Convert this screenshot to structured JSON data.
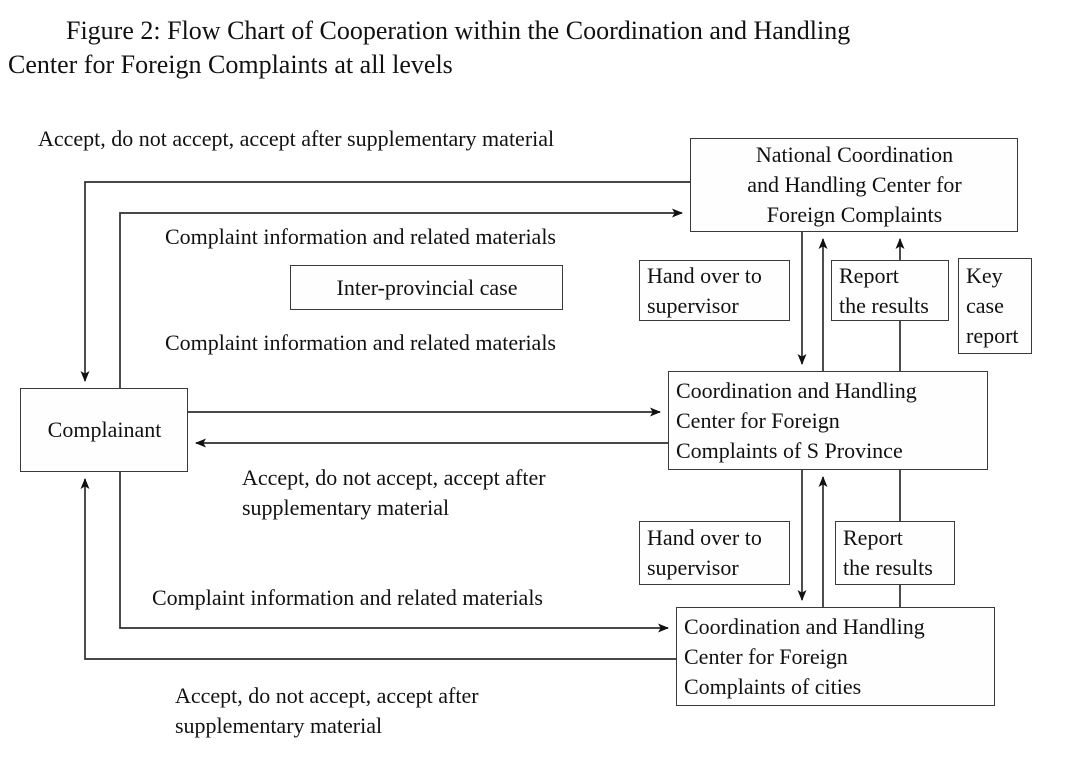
{
  "figure": {
    "title_line_1": "Figure 2: Flow Chart of Cooperation within the Coordination and Handling",
    "title_line_2": "Center for Foreign Complaints at all levels"
  },
  "nodes": {
    "complainant": {
      "label": "Complainant"
    },
    "national_center": {
      "line_1": "National Coordination",
      "line_2": "and Handling Center for",
      "line_3": "Foreign Complaints"
    },
    "province_center": {
      "line_1": "Coordination and Handling",
      "line_2": "Center for Foreign",
      "line_3": "Complaints of S Province"
    },
    "city_center": {
      "line_1": "Coordination and Handling",
      "line_2": "Center for Foreign",
      "line_3": "Complaints of cities"
    },
    "inter_provincial_case": {
      "label": "Inter-provincial case"
    },
    "hand_over_top": {
      "line_1": "Hand over to",
      "line_2": "supervisor"
    },
    "report_results_top": {
      "line_1": "Report",
      "line_2": "the results"
    },
    "key_case_report": {
      "line_1": "Key",
      "line_2": "case",
      "line_3": "report"
    },
    "hand_over_bottom": {
      "line_1": "Hand over to",
      "line_2": "supervisor"
    },
    "report_results_bottom": {
      "line_1": "Report",
      "line_2": "the results"
    }
  },
  "edge_labels": {
    "accept_national": "Accept, do not accept, accept after supplementary material",
    "complaint_info_national": "Complaint information and related materials",
    "complaint_info_province": "Complaint information and related materials",
    "accept_province_line_1": "Accept, do not accept, accept after",
    "accept_province_line_2": "supplementary material",
    "complaint_info_city": "Complaint information and related materials",
    "accept_city_line_1": "Accept, do not accept, accept after",
    "accept_city_line_2": "supplementary material"
  },
  "chart_data": {
    "type": "diagram",
    "title": "Figure 2: Flow Chart of Cooperation within the Coordination and Handling Center for Foreign Complaints at all levels",
    "diagram_kind": "flowchart",
    "nodes": [
      {
        "id": "complainant",
        "text": "Complainant"
      },
      {
        "id": "national_center",
        "text": "National Coordination and Handling Center for Foreign Complaints"
      },
      {
        "id": "province_center",
        "text": "Coordination and Handling Center for Foreign Complaints of S Province"
      },
      {
        "id": "city_center",
        "text": "Coordination and Handling Center for Foreign Complaints of cities"
      },
      {
        "id": "inter_provincial_case",
        "text": "Inter-provincial case"
      },
      {
        "id": "hand_over_top",
        "text": "Hand over to supervisor"
      },
      {
        "id": "report_results_top",
        "text": "Report the results"
      },
      {
        "id": "key_case_report",
        "text": "Key case report"
      },
      {
        "id": "hand_over_bottom",
        "text": "Hand over to supervisor"
      },
      {
        "id": "report_results_bottom",
        "text": "Report the results"
      }
    ],
    "edges": [
      {
        "from": "complainant",
        "to": "national_center",
        "label": "Complaint information and related materials",
        "direction": "forward"
      },
      {
        "from": "national_center",
        "to": "complainant",
        "label": "Accept, do not accept, accept after supplementary material",
        "direction": "forward"
      },
      {
        "from": "complainant",
        "to": "province_center",
        "label": "Complaint information and related materials",
        "direction": "forward"
      },
      {
        "from": "province_center",
        "to": "complainant",
        "label": "Accept, do not accept, accept after supplementary material",
        "direction": "forward"
      },
      {
        "from": "complainant",
        "to": "city_center",
        "label": "Complaint information and related materials",
        "direction": "forward"
      },
      {
        "from": "city_center",
        "to": "complainant",
        "label": "Accept, do not accept, accept after supplementary material",
        "direction": "forward"
      },
      {
        "from": "national_center",
        "to": "province_center",
        "label": "Hand over to supervisor",
        "direction": "forward"
      },
      {
        "from": "province_center",
        "to": "national_center",
        "label": "Report the results",
        "direction": "forward"
      },
      {
        "from": "province_center",
        "to": "city_center",
        "label": "Hand over to supervisor",
        "direction": "forward"
      },
      {
        "from": "city_center",
        "to": "province_center",
        "label": "Report the results",
        "direction": "forward"
      },
      {
        "from": "city_center",
        "to": "national_center",
        "label": "Key case report",
        "direction": "forward"
      }
    ]
  }
}
